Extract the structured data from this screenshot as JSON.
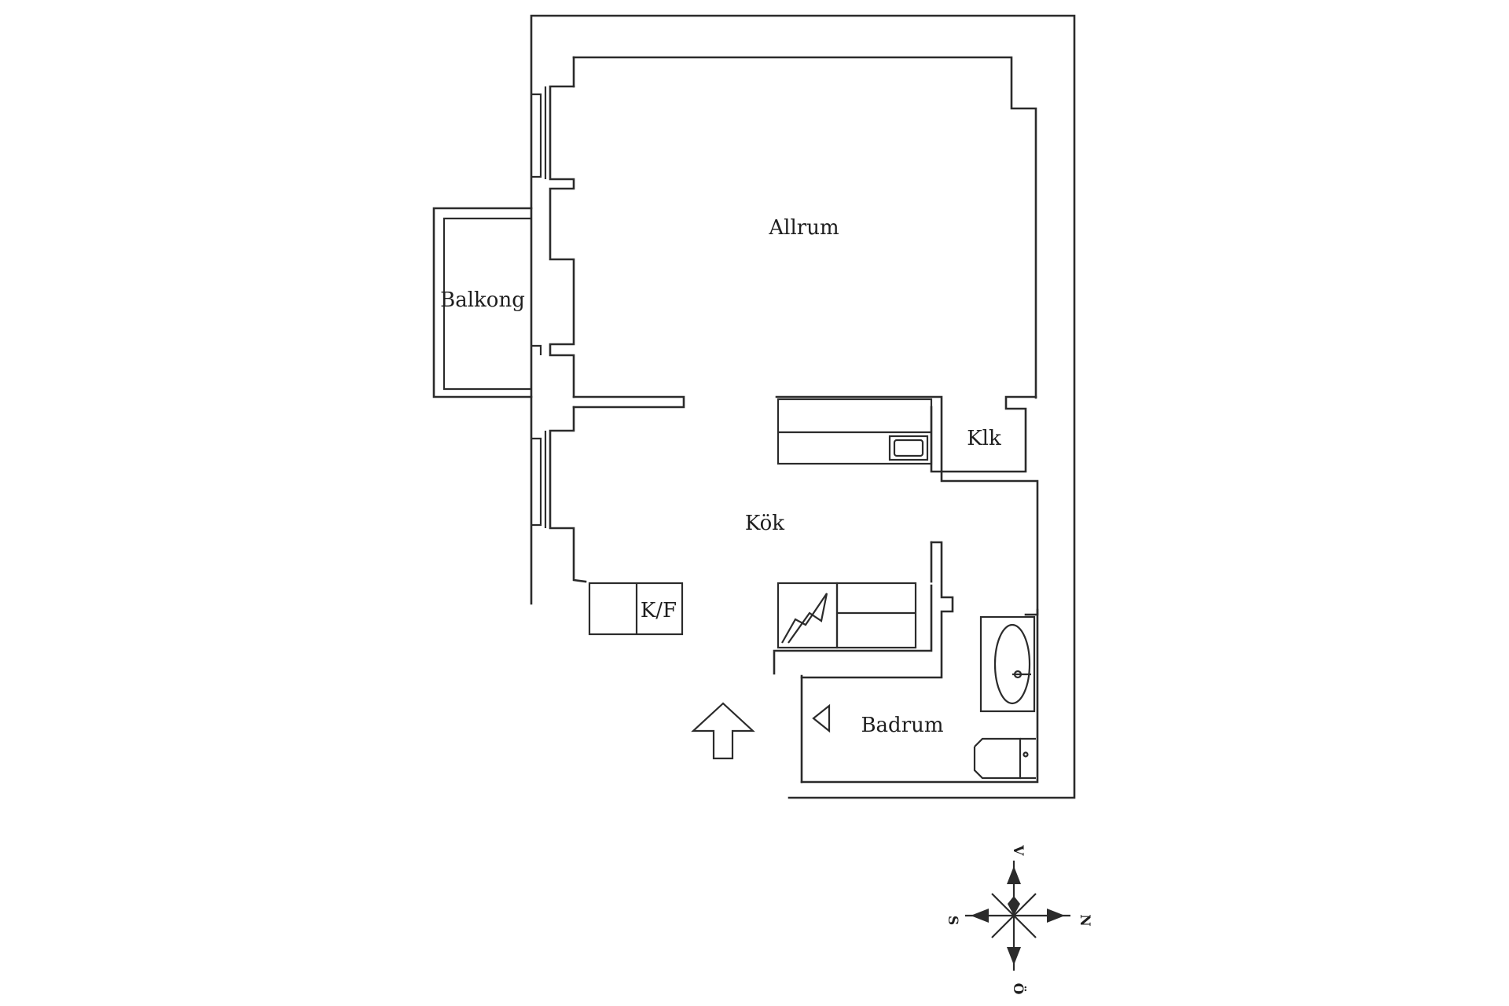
{
  "rooms": {
    "allrum": "Allrum",
    "balkong": "Balkong",
    "klk": "Klk",
    "kok": "Kök",
    "kf": "K/F",
    "badrum": "Badrum"
  },
  "compass": {
    "north": "N",
    "south": "S",
    "east": "Ö",
    "west": "V"
  },
  "colors": {
    "line": "#2b2b2b",
    "background": "#ffffff"
  }
}
